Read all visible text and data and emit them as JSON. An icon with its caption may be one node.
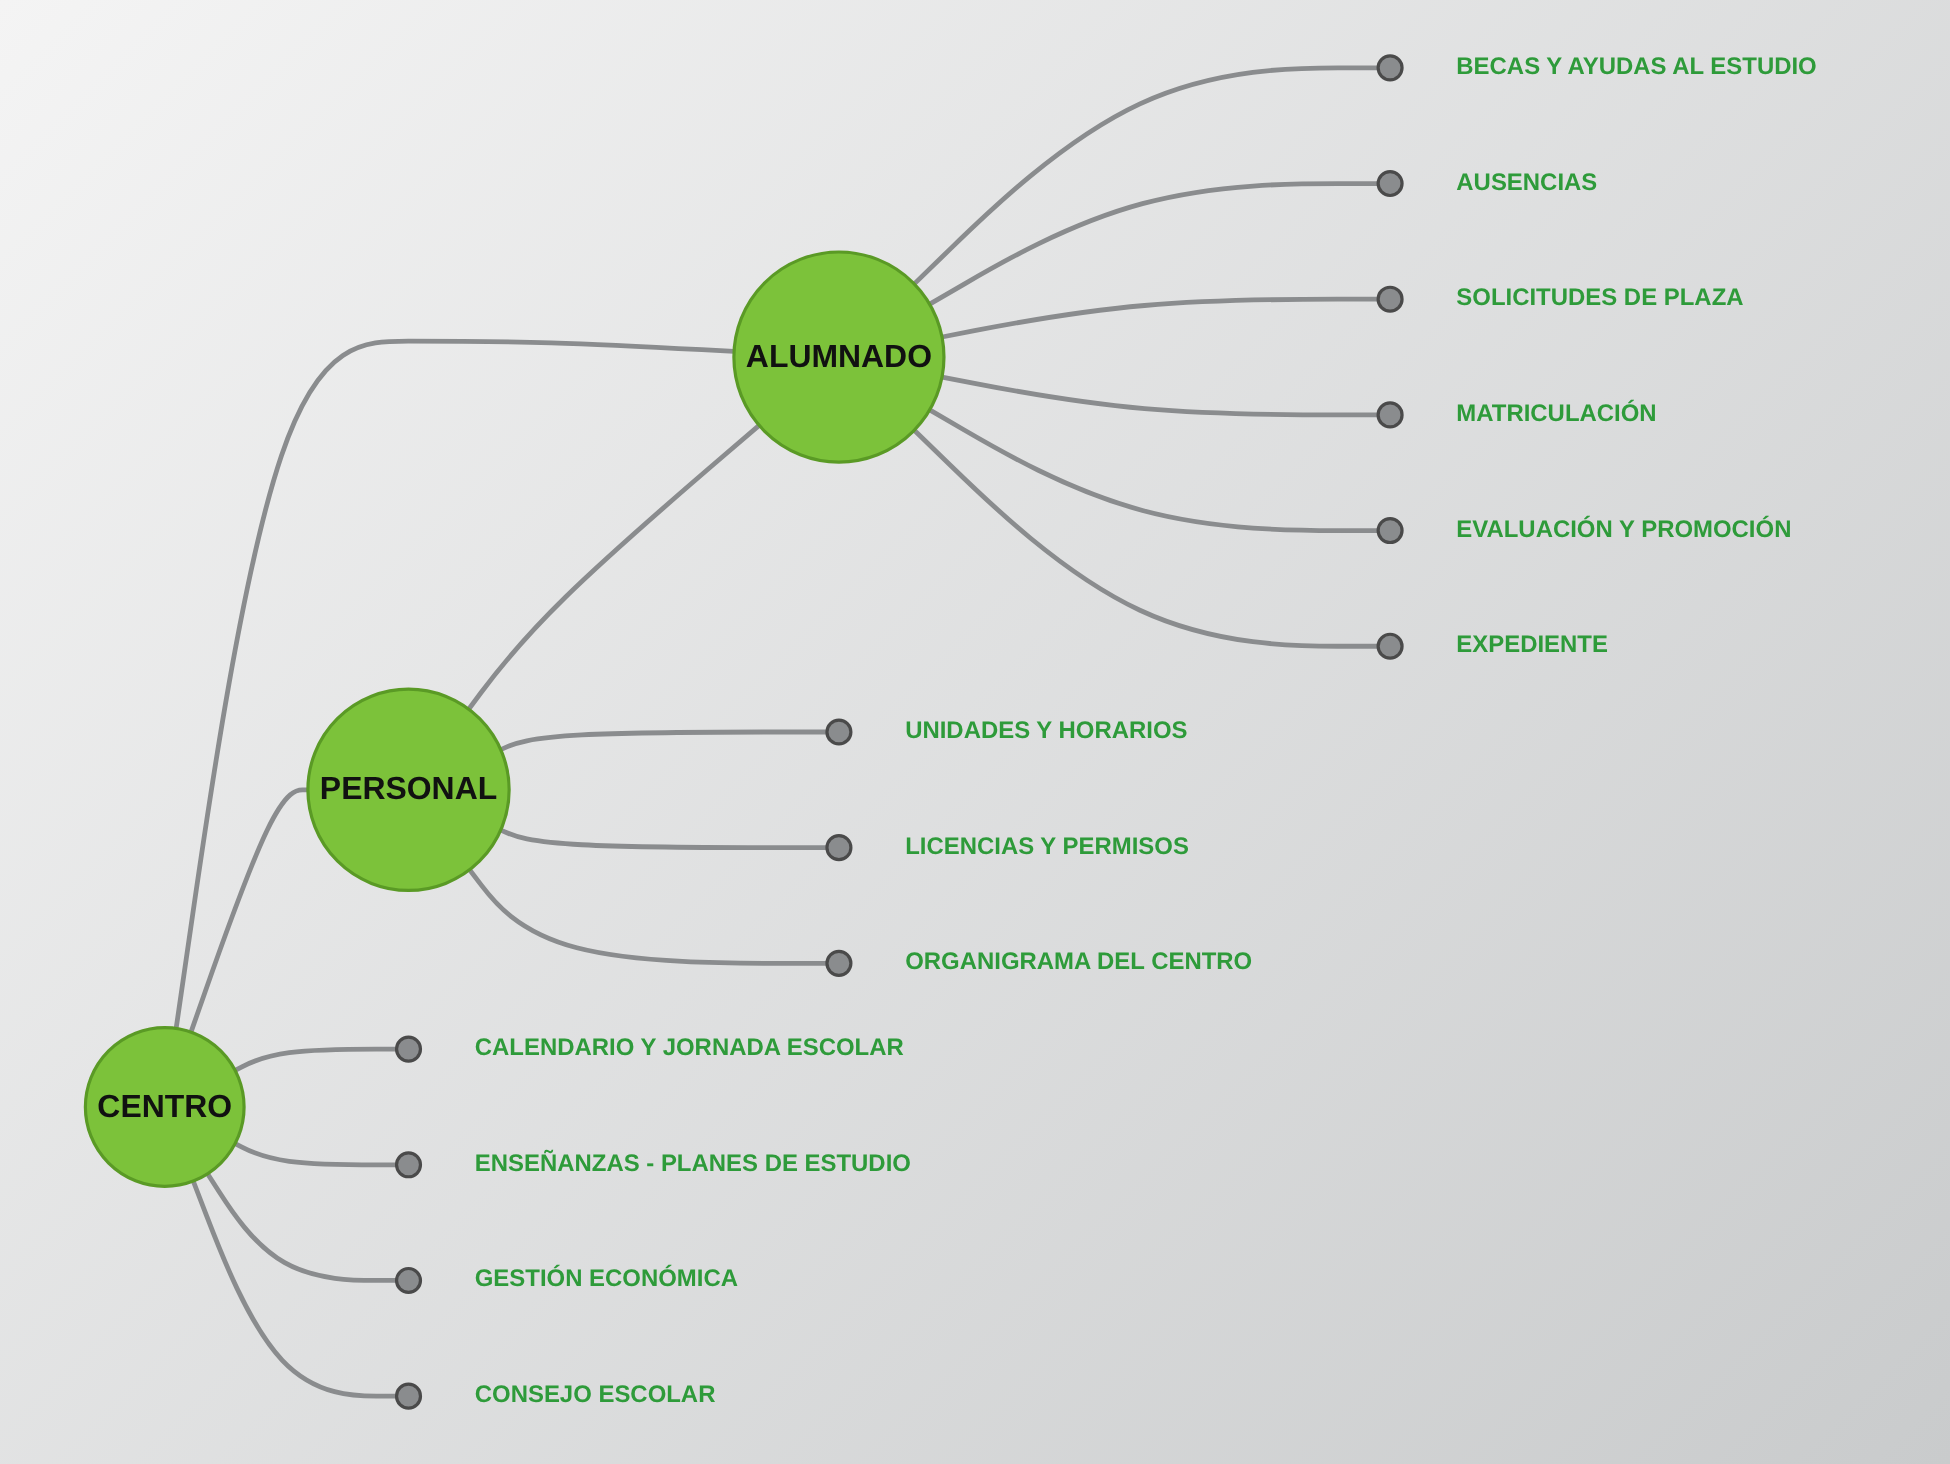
{
  "diagram": {
    "nodes": [
      {
        "text": [
          "CENTRO"
        ]
      },
      {
        "text": [
          "ALUMNADO"
        ]
      },
      {
        "text": [
          "PERSONAL"
        ]
      },
      {
        "text": [],
        "shape": "circle",
        "beside": [
          "CALENDARIO Y JORNADA ESCOLAR"
        ]
      },
      {
        "text": [],
        "shape": "circle",
        "beside": [
          "ENSEÑANZAS - PLANES DE ESTUDIO"
        ]
      },
      {
        "text": [],
        "shape": "circle",
        "beside": [
          "GESTIÓN ECONÓMICA"
        ]
      },
      {
        "text": [],
        "shape": "circle",
        "beside": [
          "CONSEJO ESCOLAR"
        ]
      },
      {
        "text": [],
        "shape": "circle",
        "beside": [
          "BECAS Y AYUDAS AL ESTUDIO"
        ]
      },
      {
        "text": [],
        "shape": "circle",
        "beside": [
          "AUSENCIAS"
        ]
      },
      {
        "text": [],
        "shape": "circle",
        "beside": [
          "SOLICITUDES DE PLAZA"
        ]
      },
      {
        "text": [],
        "shape": "circle",
        "beside": [
          "MATRICULACIÓN"
        ]
      },
      {
        "text": [],
        "shape": "circle",
        "beside": [
          "EVALUACIÓN Y PROMOCIÓN"
        ]
      },
      {
        "text": [],
        "shape": "circle",
        "beside": [
          "EXPEDIENTE"
        ]
      },
      {
        "text": [],
        "shape": "circle",
        "beside": [
          "UNIDADES Y HORARIOS"
        ]
      },
      {
        "text": [],
        "shape": "circle",
        "beside": [
          "LICENCIAS Y PERMISOS"
        ]
      },
      {
        "text": [],
        "shape": "circle",
        "beside": [
          "ORGANIGRAMA DEL CENTRO"
        ]
      }
    ],
    "edges": [
      {
        "from": 0,
        "to": 1,
        "arrow": "none"
      },
      {
        "from": 0,
        "to": 2,
        "arrow": "none"
      },
      {
        "from": 2,
        "to": 1,
        "arrow": "none"
      },
      {
        "from": 0,
        "to": 3,
        "arrow": "none"
      },
      {
        "from": 0,
        "to": 4,
        "arrow": "none"
      },
      {
        "from": 0,
        "to": 5,
        "arrow": "none"
      },
      {
        "from": 0,
        "to": 6,
        "arrow": "none"
      },
      {
        "from": 1,
        "to": 7,
        "arrow": "none"
      },
      {
        "from": 1,
        "to": 8,
        "arrow": "none"
      },
      {
        "from": 1,
        "to": 9,
        "arrow": "none"
      },
      {
        "from": 1,
        "to": 10,
        "arrow": "none"
      },
      {
        "from": 1,
        "to": 11,
        "arrow": "none"
      },
      {
        "from": 1,
        "to": 12,
        "arrow": "none"
      },
      {
        "from": 2,
        "to": 13,
        "arrow": "none"
      },
      {
        "from": 2,
        "to": 14,
        "arrow": "none"
      },
      {
        "from": 2,
        "to": 15,
        "arrow": "none"
      }
    ]
  }
}
